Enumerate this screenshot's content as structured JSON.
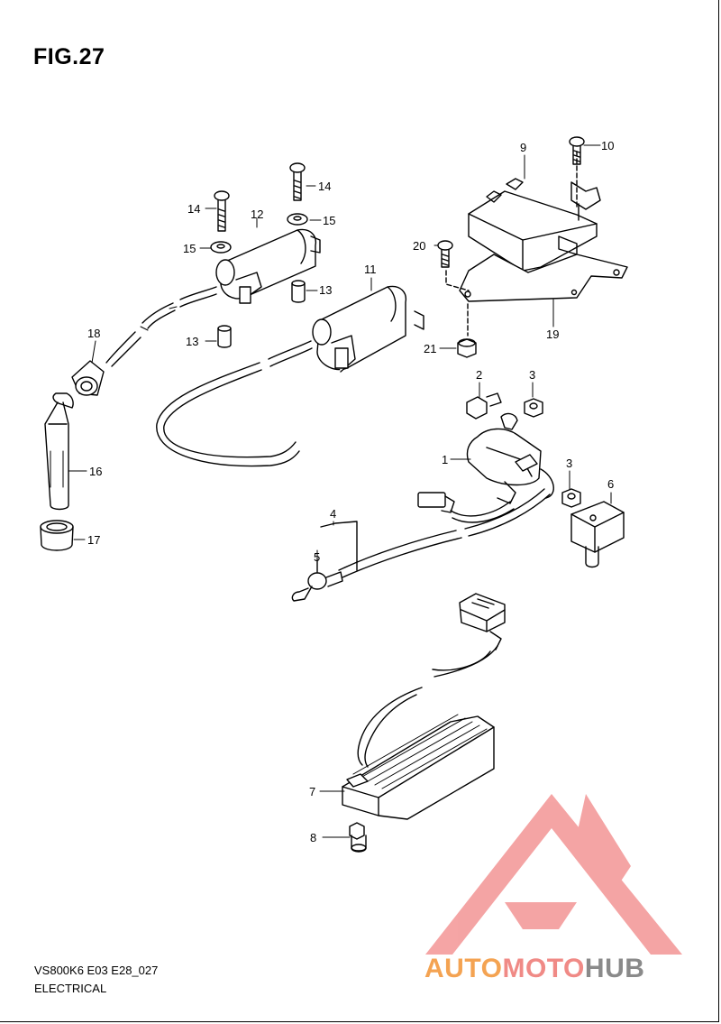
{
  "figure": {
    "title": "FIG.27"
  },
  "footer": {
    "model_code": "VS800K6 E03 E28_027",
    "section_name": "ELECTRICAL"
  },
  "watermark": {
    "part1": "AUTO",
    "part2": "MOTO",
    "part3": "HUB",
    "colors": {
      "auto": "#f4a352",
      "moto": "#f08a86",
      "hub": "#8a8a8a",
      "logo": "#f4a0a0"
    }
  },
  "callouts": [
    {
      "id": "c1",
      "text": "1"
    },
    {
      "id": "c2",
      "text": "2"
    },
    {
      "id": "c3a",
      "text": "3"
    },
    {
      "id": "c3b",
      "text": "3"
    },
    {
      "id": "c4",
      "text": "4"
    },
    {
      "id": "c5",
      "text": "5"
    },
    {
      "id": "c6",
      "text": "6"
    },
    {
      "id": "c7",
      "text": "7"
    },
    {
      "id": "c8",
      "text": "8"
    },
    {
      "id": "c9",
      "text": "9"
    },
    {
      "id": "c10",
      "text": "10"
    },
    {
      "id": "c11",
      "text": "11"
    },
    {
      "id": "c12",
      "text": "12"
    },
    {
      "id": "c13a",
      "text": "13"
    },
    {
      "id": "c13b",
      "text": "13"
    },
    {
      "id": "c14a",
      "text": "14"
    },
    {
      "id": "c14b",
      "text": "14"
    },
    {
      "id": "c15a",
      "text": "15"
    },
    {
      "id": "c15b",
      "text": "15"
    },
    {
      "id": "c16",
      "text": "16"
    },
    {
      "id": "c17",
      "text": "17"
    },
    {
      "id": "c18",
      "text": "18"
    },
    {
      "id": "c19",
      "text": "19"
    },
    {
      "id": "c20",
      "text": "20"
    },
    {
      "id": "c21",
      "text": "21"
    }
  ]
}
